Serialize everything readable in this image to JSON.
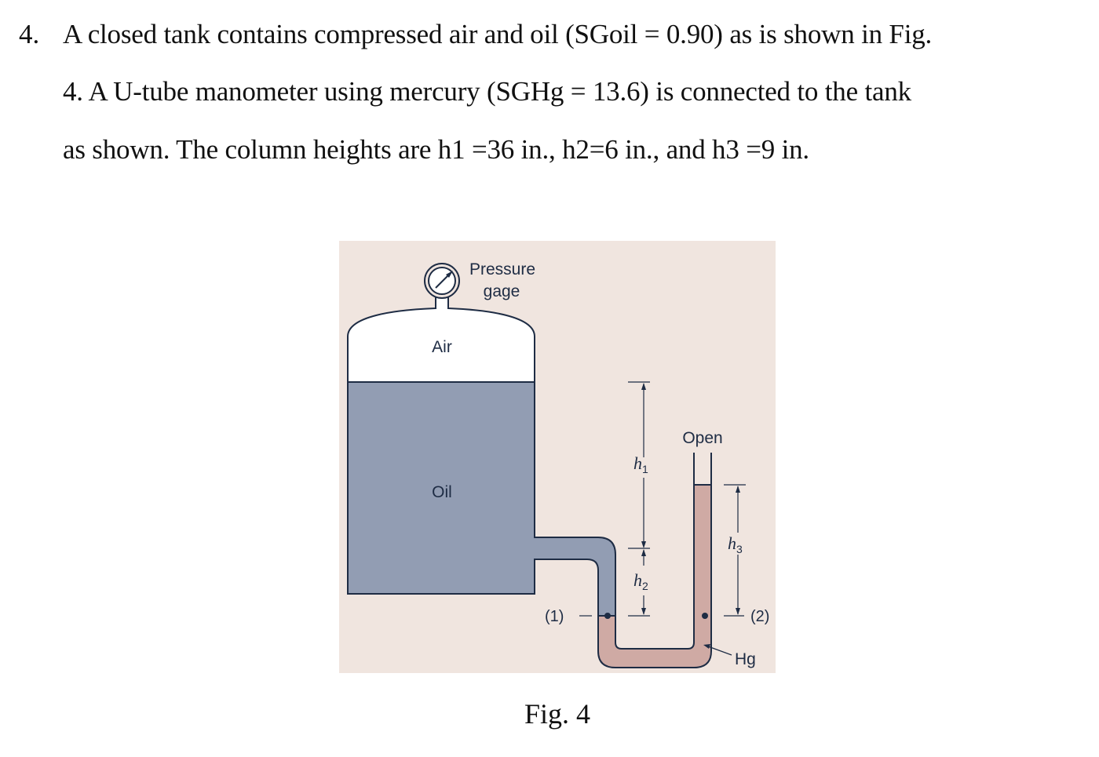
{
  "problem": {
    "number": "4.",
    "lines": [
      "A closed tank contains compressed air and oil (SGoil = 0.90) as is shown in Fig.",
      "4. A U-tube manometer using mercury (SGHg = 13.6) is connected to the tank",
      "as shown. The column heights are h1 =36 in., h2=6 in., and h3 =9 in."
    ]
  },
  "figure": {
    "labels": {
      "gage_line1": "Pressure",
      "gage_line2": "gage",
      "air": "Air",
      "oil": "Oil",
      "open": "Open",
      "h1": "h",
      "h1_sub": "1",
      "h2": "h",
      "h2_sub": "2",
      "h3": "h",
      "h3_sub": "3",
      "point1": "(1)",
      "point2": "(2)",
      "hg": "Hg"
    },
    "colors": {
      "background": "#f0e5df",
      "oil": "#929db3",
      "mercury": "#cfaaa4",
      "line": "#1e2c44",
      "air": "#ffffff"
    }
  },
  "caption": "Fig. 4"
}
